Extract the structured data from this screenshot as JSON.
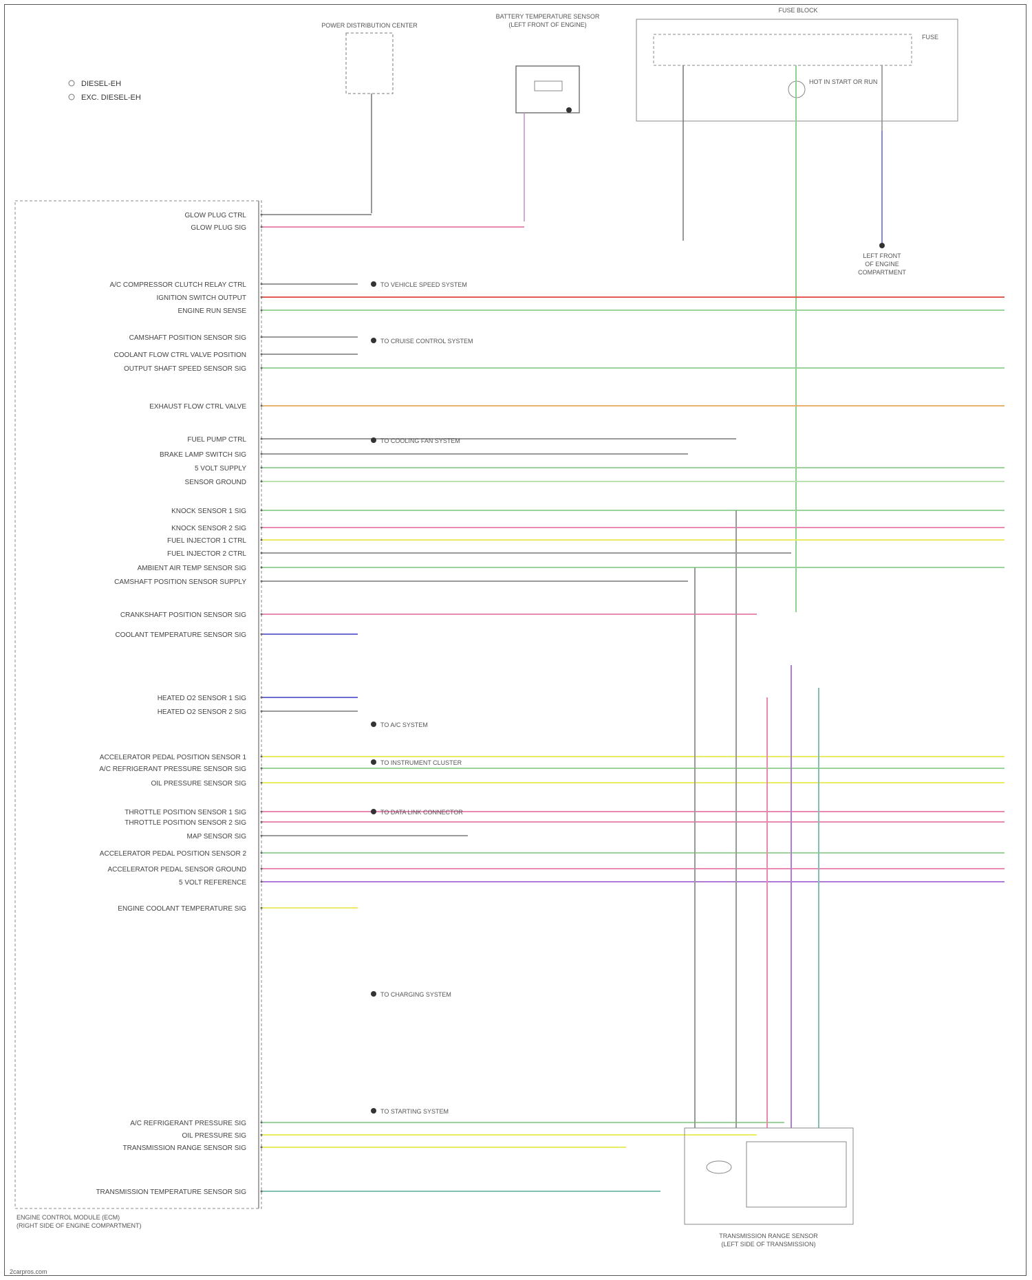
{
  "legend": [
    {
      "symbol": "circle-icon",
      "label": "DIESEL-EH"
    },
    {
      "symbol": "circle-icon",
      "label": "EXC. DIESEL-EH"
    }
  ],
  "components": {
    "ecm": {
      "label_line1": "ENGINE CONTROL MODULE (ECM)",
      "label_line2": "(RIGHT SIDE OF ENGINE COMPARTMENT)"
    },
    "power_dist": {
      "label": "POWER DISTRIBUTION CENTER"
    },
    "relay_box": {
      "label_line1": "BATTERY TEMPERATURE SENSOR",
      "label_line2": "(LEFT FRONT OF ENGINE)"
    },
    "top_right": {
      "label": "FUSE BLOCK",
      "fuse": "FUSE",
      "note": "HOT IN START OR RUN"
    },
    "transmission": {
      "label_line1": "TRANSMISSION RANGE SENSOR",
      "label_line2": "(LEFT SIDE OF TRANSMISSION)"
    },
    "ground_note": {
      "label_line1": "LEFT FRONT",
      "label_line2": "OF ENGINE",
      "label_line3": "COMPARTMENT"
    }
  },
  "pin_labels": [
    "GLOW PLUG CTRL",
    "GLOW PLUG SIG",
    "A/C COMPRESSOR CLUTCH RELAY CTRL",
    "IGNITION SWITCH OUTPUT",
    "ENGINE RUN SENSE",
    "CAMSHAFT POSITION SENSOR SIG",
    "COOLANT FLOW CTRL VALVE POSITION",
    "OUTPUT SHAFT SPEED SENSOR SIG",
    "EXHAUST FLOW CTRL VALVE",
    "FUEL PUMP CTRL",
    "BRAKE LAMP SWITCH SIG",
    "5 VOLT SUPPLY",
    "SENSOR GROUND",
    "KNOCK SENSOR 1 SIG",
    "KNOCK SENSOR 2 SIG",
    "FUEL INJECTOR 1 CTRL",
    "FUEL INJECTOR 2 CTRL",
    "AMBIENT AIR TEMP SENSOR SIG",
    "CAMSHAFT POSITION SENSOR SUPPLY",
    "CRANKSHAFT POSITION SENSOR SIG",
    "COOLANT TEMPERATURE SENSOR SIG",
    "HEATED O2 SENSOR 1 SIG",
    "HEATED O2 SENSOR 2 SIG",
    "ACCELERATOR PEDAL POSITION SENSOR 1",
    "A/C REFRIGERANT PRESSURE SENSOR SIG",
    "OIL PRESSURE SENSOR SIG",
    "THROTTLE POSITION SENSOR 1 SIG",
    "THROTTLE POSITION SENSOR 2 SIG",
    "MAP SENSOR SIG",
    "ACCELERATOR PEDAL POSITION SENSOR 2",
    "ACCELERATOR PEDAL SENSOR GROUND",
    "5 VOLT REFERENCE",
    "ENGINE COOLANT TEMPERATURE SIG",
    "A/C REFRIGERANT PRESSURE SIG",
    "OIL PRESSURE SIG",
    "TRANSMISSION RANGE SENSOR SIG",
    "TRANSMISSION TEMPERATURE SENSOR SIG"
  ],
  "connections": [
    "TO VEHICLE SPEED SYSTEM",
    "TO CRUISE CONTROL SYSTEM",
    "TO COOLING FAN SYSTEM",
    "TO A/C SYSTEM",
    "TO INSTRUMENT CLUSTER",
    "TO DATA LINK CONNECTOR",
    "TO CHARGING SYSTEM",
    "TO STARTING SYSTEM"
  ],
  "colors": {
    "red": "#e35a4f",
    "green": "#9bd49b",
    "lt_green": "#b9e2b0",
    "pink": "#e889b2",
    "yellow": "#ecec64",
    "blue": "#6b6bd4",
    "violet": "#b07ad8",
    "gray": "#999999",
    "teal": "#7fbfb4",
    "orange": "#e9b070"
  },
  "footer": "2carpros.com"
}
